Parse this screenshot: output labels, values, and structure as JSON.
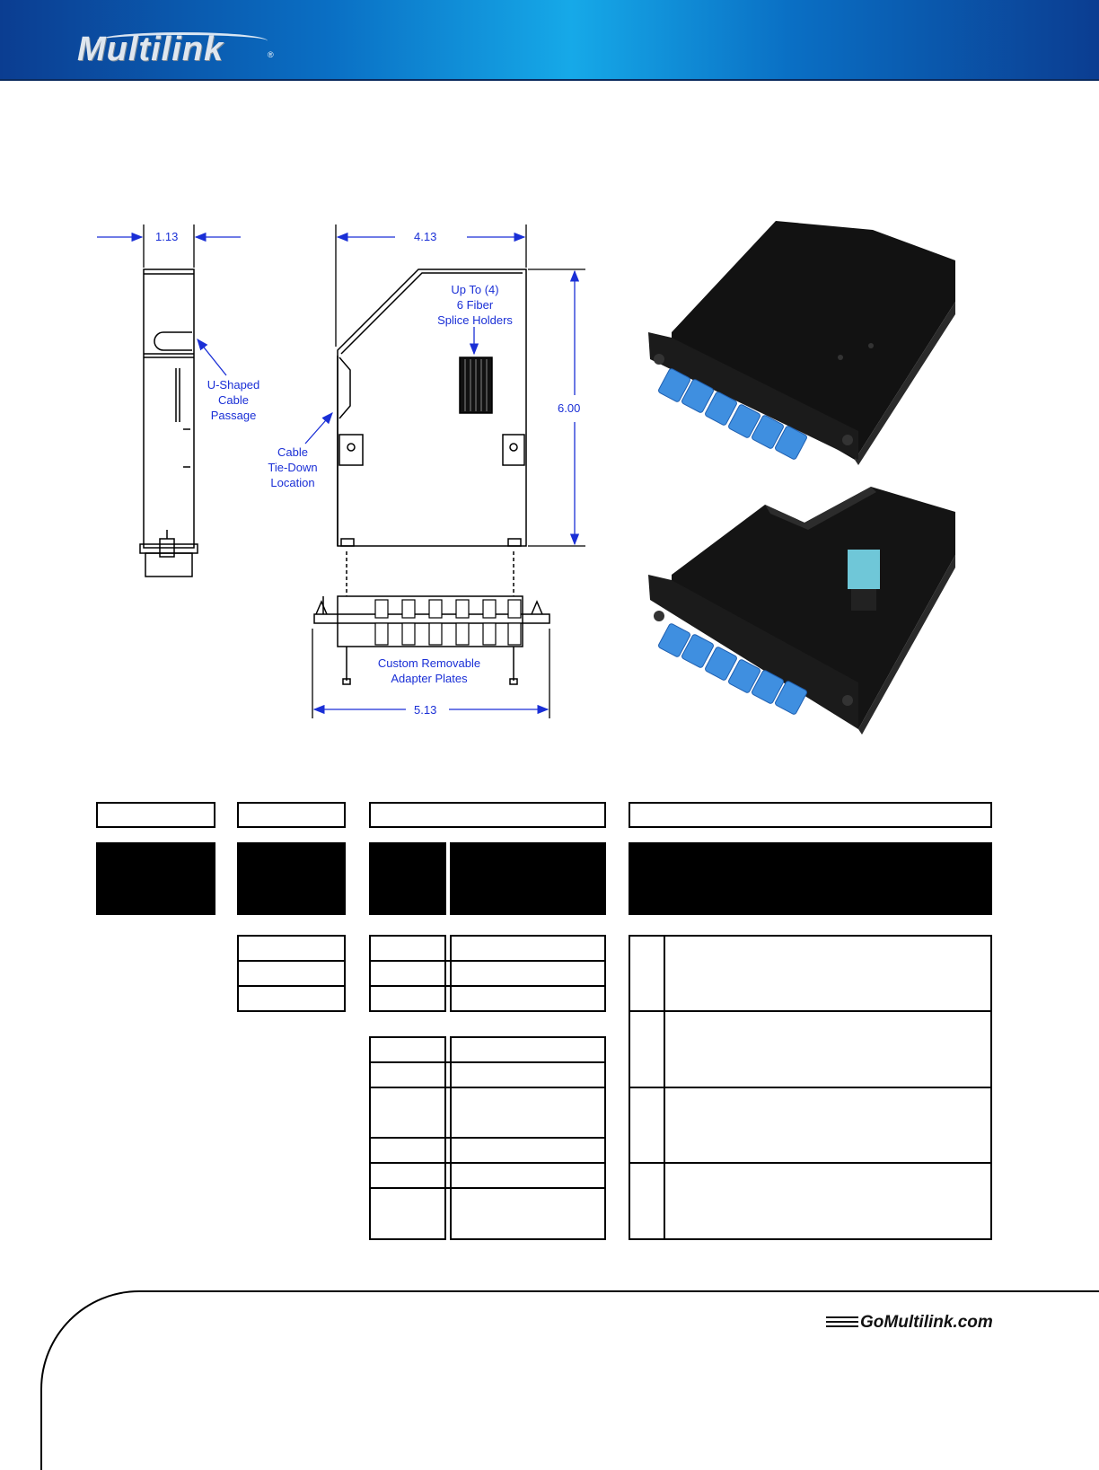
{
  "header": {
    "logo_text": "Multilink",
    "logo_reg": "®"
  },
  "drawing": {
    "dims": {
      "depth": "1.13",
      "width": "4.13",
      "height": "6.00",
      "plate_width": "5.13"
    },
    "callouts": {
      "u_shaped": [
        "U-Shaped",
        "Cable",
        "Passage"
      ],
      "tie_down": [
        "Cable",
        "Tie-Down",
        "Location"
      ],
      "splice": [
        "Up To (4)",
        "6 Fiber",
        "Splice Holders"
      ],
      "adapter": [
        "Custom Removable",
        "Adapter Plates"
      ]
    }
  },
  "footer": {
    "website": "GoMultilink.com"
  },
  "colors": {
    "accent_blue": "#1a2fd6",
    "port_blue": "#3f8fe0",
    "header_blue": "#0a6fc4"
  }
}
